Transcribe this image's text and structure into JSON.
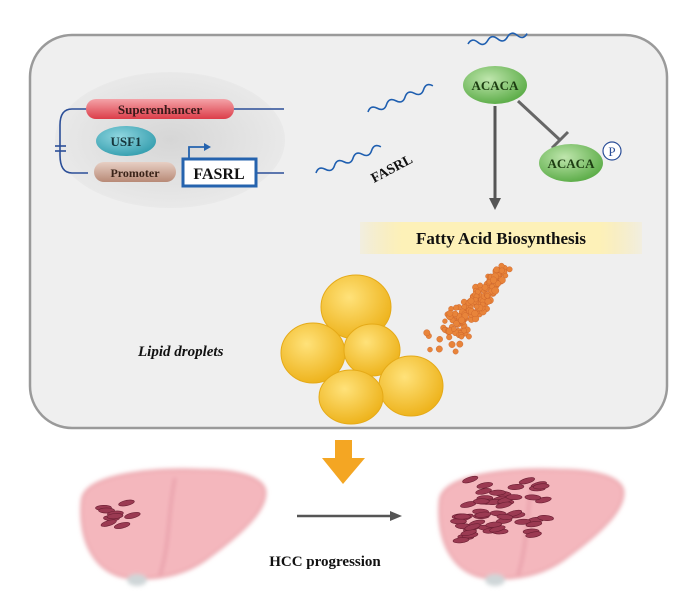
{
  "nucleus": {
    "superenhancer_label": "Superenhancer",
    "usf1_label": "USF1",
    "promoter_label": "Promoter",
    "gene_label": "FASRL"
  },
  "rna": {
    "label": "FASRL"
  },
  "enzyme": {
    "acaca_label": "ACACA",
    "acaca_p_label": "ACACA",
    "phospho_label": "P"
  },
  "process": {
    "fatty_acid_label": "Fatty Acid Biosynthesis"
  },
  "lipid": {
    "label": "Lipid droplets"
  },
  "outcome": {
    "hcc_label": "HCC progression"
  },
  "colors": {
    "panel_bg": "#efefef",
    "superenhancer": "#e8505b",
    "usf1": "#4fb3c2",
    "promoter": "#c9a08e",
    "gene_box": "#2563ae",
    "acaca": "#7dc36b",
    "fatty_acid_bar": "#fdf1b8",
    "lipid": "#f6c02c",
    "orange_dots": "#e8843a",
    "arrow_orange": "#f4a623",
    "liver": "#f4b7bd"
  }
}
